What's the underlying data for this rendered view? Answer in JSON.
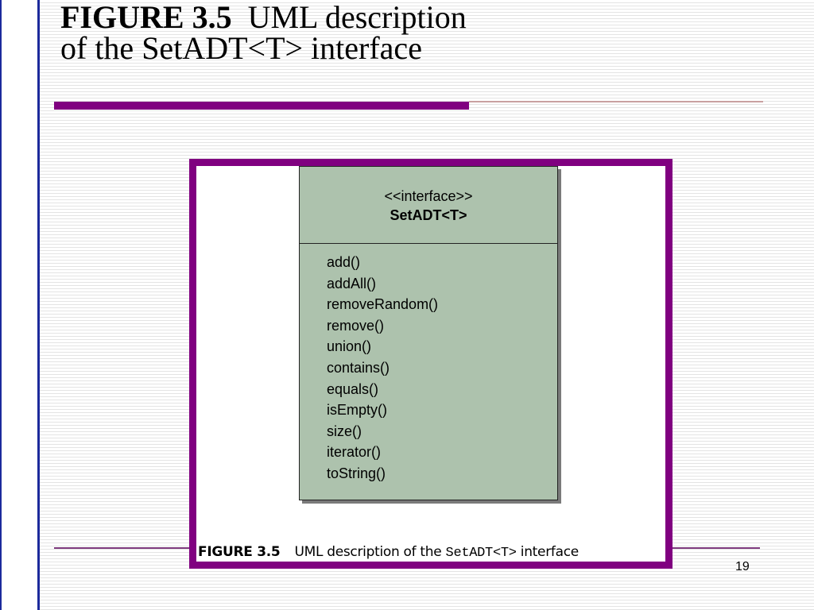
{
  "slide": {
    "title_bold": "FIGURE 3.5",
    "title_rest_line1": "UML description",
    "title_line2": "of the SetADT<T> interface",
    "page_number": "19"
  },
  "uml": {
    "stereotype": "<<interface>>",
    "name": "SetADT<T>",
    "operations": [
      "add()",
      "addAll()",
      "removeRandom()",
      "remove()",
      "union()",
      "contains()",
      "equals()",
      "isEmpty()",
      "size()",
      "iterator()",
      "toString()"
    ]
  },
  "caption": {
    "label": "FIGURE 3.5",
    "text_before": "UML description of the",
    "code": "SetADT<T>",
    "text_after": "interface"
  },
  "colors": {
    "accent_purple": "#800080",
    "left_band_blue": "#1c2a9c",
    "uml_fill": "#adc2ad"
  }
}
